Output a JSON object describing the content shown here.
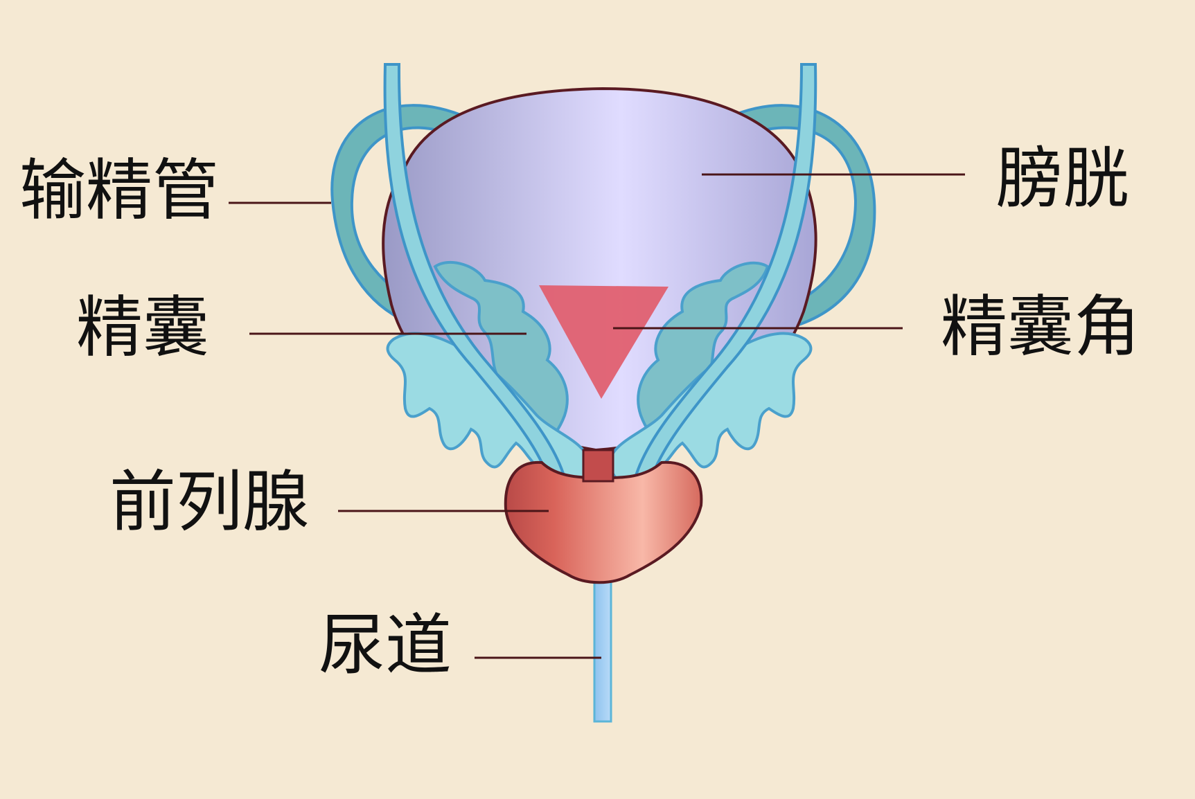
{
  "labels": {
    "vas_deferens": "输精管",
    "seminal_vesicle": "精囊",
    "prostate": "前列腺",
    "urethra": "尿道",
    "bladder": "膀胱",
    "trigone": "精囊角"
  },
  "colors": {
    "background": "#F5E9D3",
    "bladder": "#C9C6F0",
    "bladder_outline": "#5A1A22",
    "trigone": "#E06070",
    "vas_deferens_loop": "#6CB5B8",
    "vas_deferens_tube": "#8FD3DE",
    "seminal_vesicle": "#7EC0C8",
    "ampulla": "#9BDBE3",
    "prostate": "#D66A5E",
    "urethra": "#A8CFF5",
    "leader_line": "#4A1518"
  }
}
